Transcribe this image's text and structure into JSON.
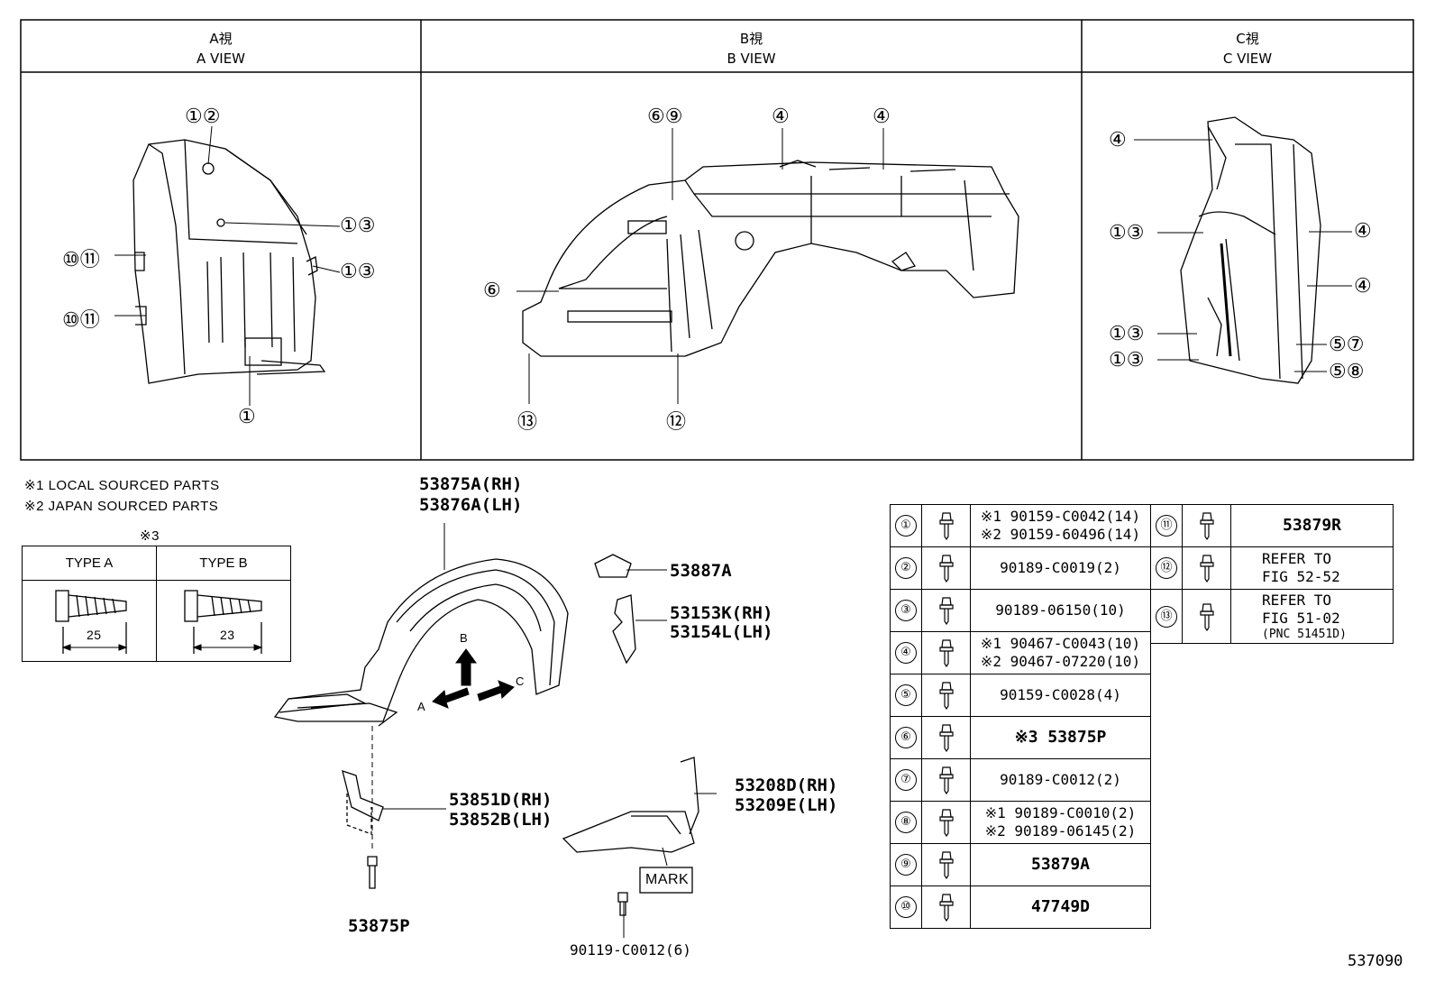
{
  "views": [
    {
      "jp": "A視",
      "en": "A VIEW"
    },
    {
      "jp": "B視",
      "en": "B VIEW"
    },
    {
      "jp": "C視",
      "en": "C VIEW"
    }
  ],
  "notes": {
    "n1": "※1 LOCAL SOURCED PARTS",
    "n2": "※2 JAPAN SOURCED PARTS",
    "n3": "※3"
  },
  "type_table": {
    "a": "TYPE A",
    "b": "TYPE B",
    "len_a": "25",
    "len_b": "23"
  },
  "view_callouts": {
    "a": [
      "①②",
      "①③",
      "①③",
      "⑩⑪",
      "⑩⑪",
      "①"
    ],
    "b": [
      "⑥⑨",
      "④",
      "④",
      "⑥",
      "⑬",
      "⑫"
    ],
    "c": [
      "④",
      "①③",
      "④",
      "④",
      "①③",
      "⑤⑦",
      "①③",
      "⑤⑧"
    ]
  },
  "parts": {
    "liner": [
      "53875A(RH)",
      "53876A(LH)"
    ],
    "p53887": "53887A",
    "p53153": [
      "53153K(RH)",
      "53154L(LH)"
    ],
    "p53851": [
      "53851D(RH)",
      "53852B(LH)"
    ],
    "p53208": [
      "53208D(RH)",
      "53209E(LH)"
    ],
    "screw": "53875P",
    "bolt": "90119-C0012(6)",
    "mark": "MARK",
    "arrows": {
      "a": "A",
      "b": "B",
      "c": "C"
    }
  },
  "legend_left": [
    {
      "num": "①",
      "lines": [
        "※1 90159-C0042(14)",
        "※2 90159-60496(14)"
      ]
    },
    {
      "num": "②",
      "lines": [
        "90189-C0019(2)"
      ]
    },
    {
      "num": "③",
      "lines": [
        "90189-06150(10)"
      ]
    },
    {
      "num": "④",
      "lines": [
        "※1 90467-C0043(10)",
        "※2 90467-07220(10)"
      ]
    },
    {
      "num": "⑤",
      "lines": [
        "90159-C0028(4)"
      ]
    },
    {
      "num": "⑥",
      "lines": [
        "※3 53875P"
      ]
    },
    {
      "num": "⑦",
      "lines": [
        "90189-C0012(2)"
      ]
    },
    {
      "num": "⑧",
      "lines": [
        "※1 90189-C0010(2)",
        "※2 90189-06145(2)"
      ]
    },
    {
      "num": "⑨",
      "lines": [
        "53879A"
      ]
    },
    {
      "num": "⑩",
      "lines": [
        "47749D"
      ]
    }
  ],
  "legend_right": [
    {
      "num": "⑪",
      "lines": [
        "53879R"
      ]
    },
    {
      "num": "⑫",
      "lines": [
        "REFER TO",
        "FIG 52-52"
      ]
    },
    {
      "num": "⑬",
      "lines": [
        "REFER TO",
        "FIG 51-02",
        "(PNC 51451D)"
      ]
    }
  ],
  "figure_id": "537090"
}
